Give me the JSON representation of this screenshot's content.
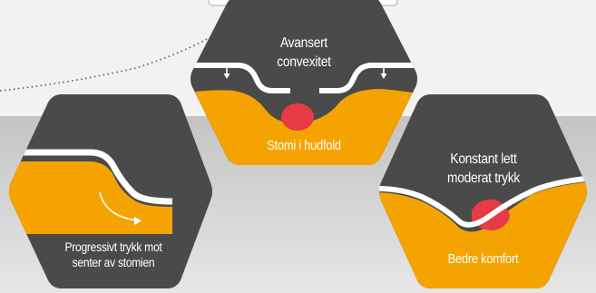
{
  "colors": {
    "hexagon_dark": "#4a4a4a",
    "skin_orange": "#f5a300",
    "stoma_red": "#e63a44",
    "appliance_white": "#ffffff",
    "background_light": "#f2f2f2",
    "background_band": "#c8c8c8"
  },
  "panels": {
    "top": {
      "title_line1": "Avansert",
      "title_line2": "convexitet",
      "caption": "Stomi i hudfold"
    },
    "left": {
      "caption_line1": "Progressivt trykk mot",
      "caption_line2": "senter av stomien"
    },
    "right": {
      "title_line1": "Konstant lett",
      "title_line2": "moderat trykk",
      "caption": "Bedre komfort"
    }
  }
}
